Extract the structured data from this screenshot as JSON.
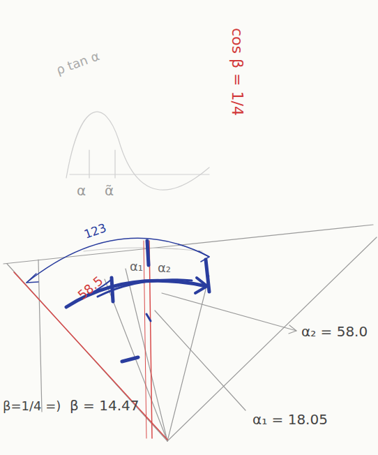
{
  "diagram": {
    "labels": [
      "ρ tan α",
      "cos β = 1/4",
      "α",
      "α̃",
      "123",
      "58.5",
      "α₁",
      "α₂",
      "α₂ = 58.0",
      "β=1/4 =)",
      "β = 14.47",
      "α₁ = 18.05"
    ]
  }
}
